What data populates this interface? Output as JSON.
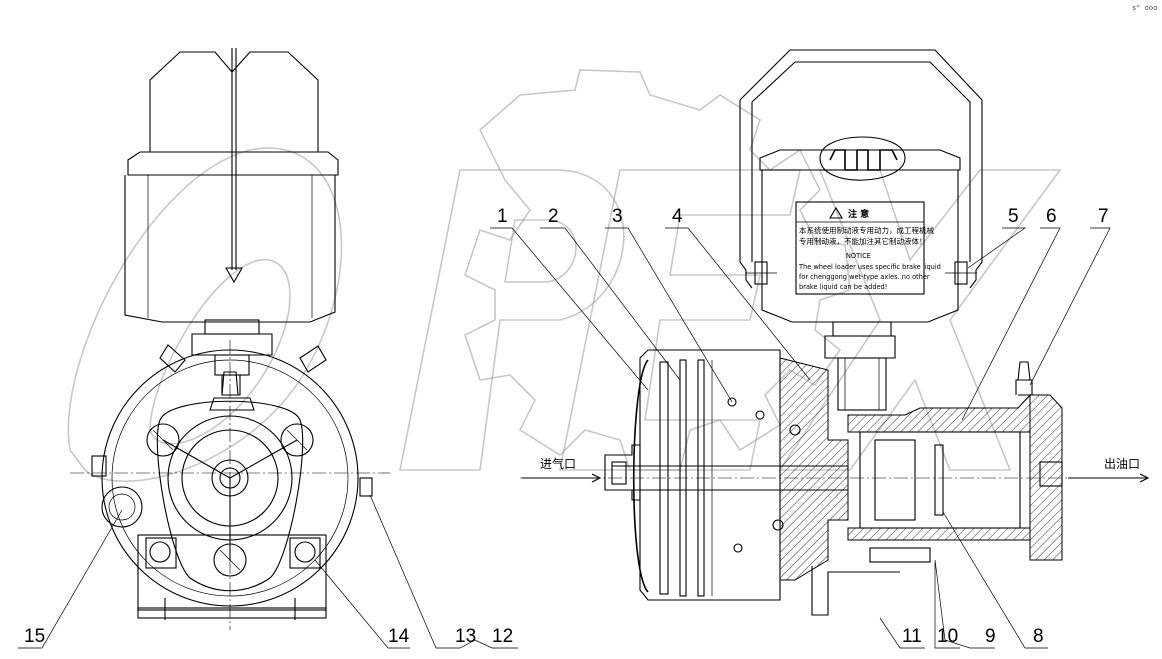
{
  "corner_mark": "s\" ooo",
  "callouts": [
    "1",
    "2",
    "3",
    "4",
    "5",
    "6",
    "7",
    "8",
    "9",
    "10",
    "11",
    "12",
    "13",
    "14",
    "15"
  ],
  "ports": {
    "inlet": "进气口",
    "outlet": "出油口"
  },
  "notice": {
    "title": "注 意",
    "cn_line1": "本系统使用制动液专用动力，成工程机械",
    "cn_line2": "专用制动液，不能加注其它制动液体！",
    "heading": "NOTICE",
    "en_line1": "The wheel loader uses specific brake liquid",
    "en_line2": "for chenggong wet-type axles. no other",
    "en_line3": "brake liquid can be added!"
  },
  "watermark": "OPEX"
}
